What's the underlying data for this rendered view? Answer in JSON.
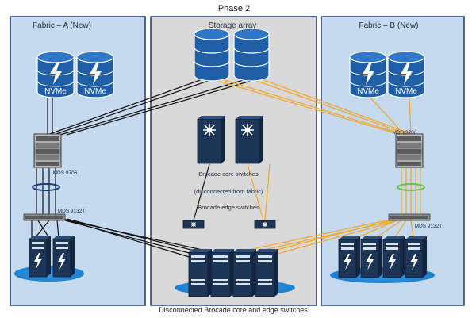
{
  "diagram": {
    "title": "Phase 2",
    "footer": "Disconnected Brocade core and edge switches",
    "panels": {
      "left": {
        "label": "Fabric – A (New)"
      },
      "center": {
        "label": "Storage array"
      },
      "right": {
        "label": "Fabric – B (New)"
      }
    },
    "drives": {
      "label": "NVMe"
    },
    "switch_labels": {
      "left_mds_upper": "MDS 9706",
      "left_mds_lower": "MDS 9132T",
      "right_mds_upper": "MDS 9706",
      "right_mds_lower": "MDS 9132T"
    },
    "brocade": {
      "core_label": "Brocade core switches",
      "disconnected_label": "(disconnected from fabric)",
      "edge_label": "Brocade edge switches"
    },
    "colors": {
      "panel_blue": "#c5d9ef",
      "panel_gray": "#d9d9d9",
      "panel_border": "#1f3864",
      "drive_blue": "#1f5fa8",
      "server_dark": "#1d3557",
      "link_black": "#111111",
      "link_orange": "#f0a830",
      "ring_blue": "#1f3e7a",
      "ring_green": "#6cc04a"
    }
  }
}
